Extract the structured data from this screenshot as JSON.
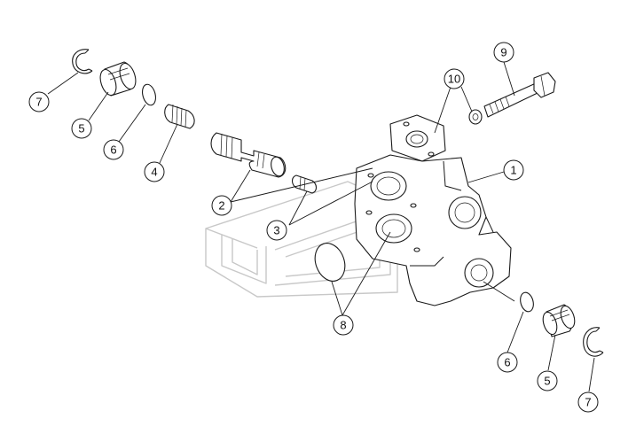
{
  "colors": {
    "line": "#1a1a1a",
    "background": "#ffffff",
    "watermark": "#c8c8c8"
  },
  "callouts": [
    {
      "id": "c1",
      "label": "1"
    },
    {
      "id": "c2",
      "label": "2"
    },
    {
      "id": "c3",
      "label": "3"
    },
    {
      "id": "c4",
      "label": "4"
    },
    {
      "id": "c5a",
      "label": "5"
    },
    {
      "id": "c5b",
      "label": "5"
    },
    {
      "id": "c6a",
      "label": "6"
    },
    {
      "id": "c6b",
      "label": "6"
    },
    {
      "id": "c7a",
      "label": "7"
    },
    {
      "id": "c7b",
      "label": "7"
    },
    {
      "id": "c8",
      "label": "8"
    },
    {
      "id": "c9",
      "label": "9"
    },
    {
      "id": "c10",
      "label": "10"
    }
  ]
}
